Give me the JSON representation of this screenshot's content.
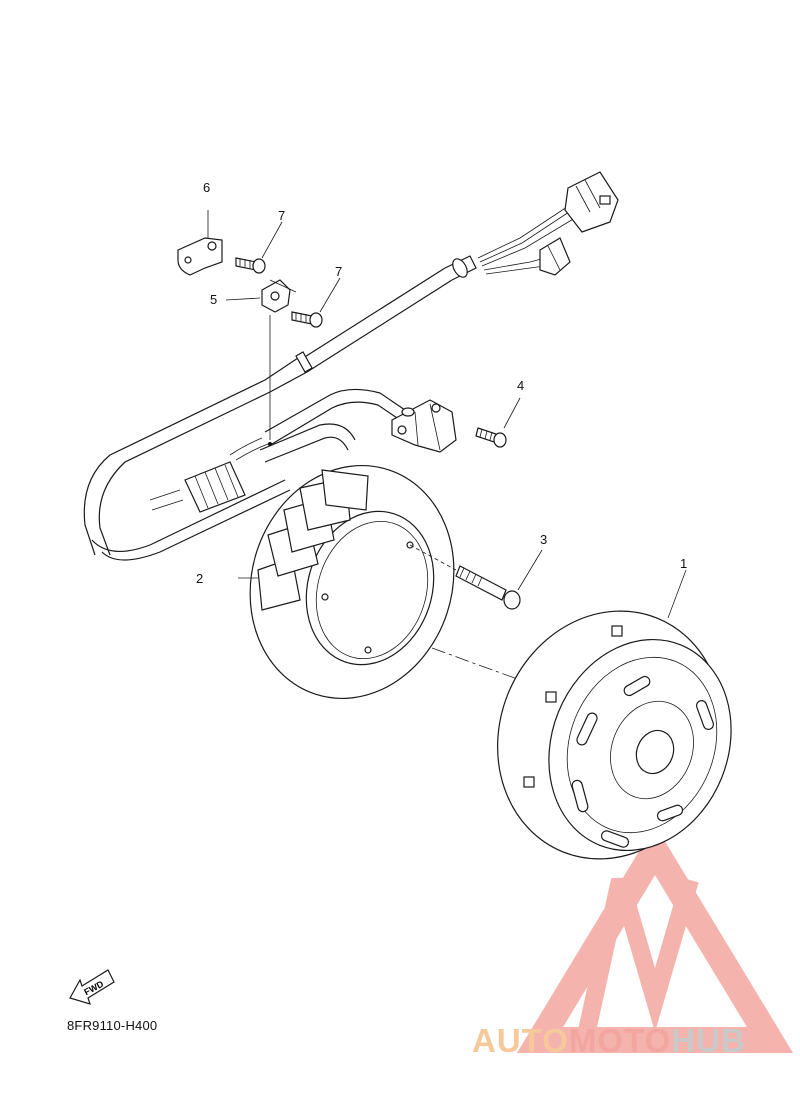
{
  "diagram": {
    "part_labels": {
      "flywheel": "1",
      "stator": "2",
      "stator_bolt": "3",
      "pickup_bolt": "4",
      "clamp_center": "5",
      "clamp_top": "6",
      "screw_top": "7",
      "screw_center": "7"
    },
    "fwd_arrow_text": "FWD",
    "drawing_code": "8FR9110-H400"
  },
  "watermark": {
    "part1": "AUTO",
    "part2": "MOTO",
    "part3": "HUB",
    "colors": {
      "part1": "#f6c99a",
      "part2": "#f3a5a0",
      "part3": "#c9c9c9",
      "logo": "#f4a6a0"
    }
  }
}
